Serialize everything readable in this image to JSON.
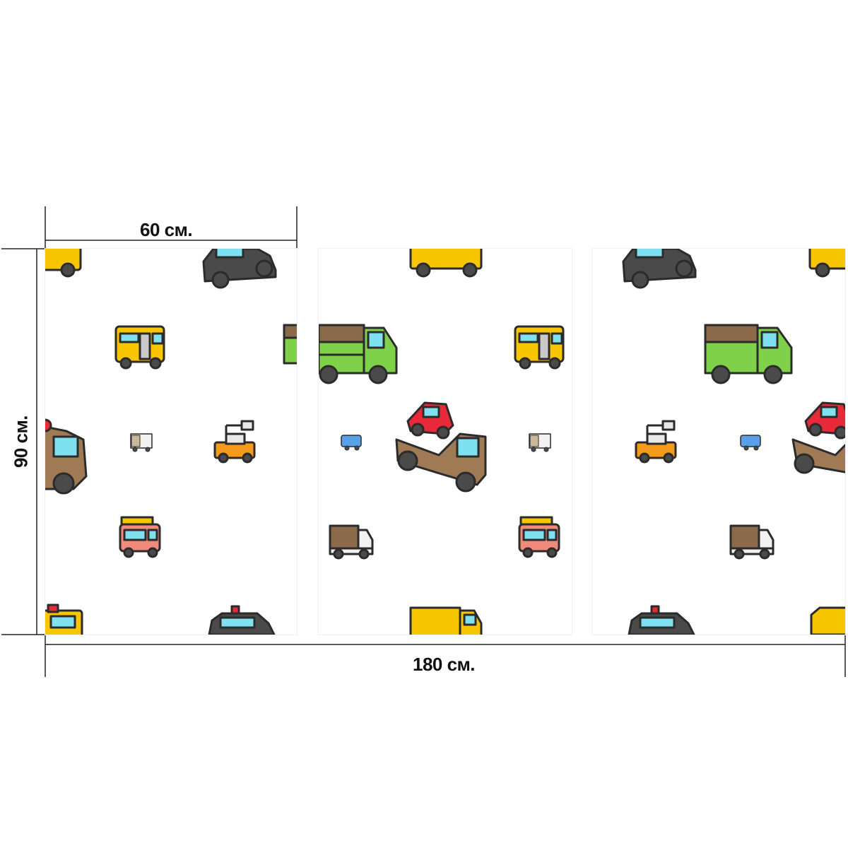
{
  "dimensions": {
    "panel_width_label": "60 см.",
    "total_width_label": "180 см.",
    "height_label": "90 см."
  },
  "panels": [
    {
      "name": "panel-1",
      "vehicles": [
        "truck-icon",
        "car-icon",
        "bus-icon",
        "truck-icon",
        "car-icon",
        "van-icon",
        "crane-truck-icon",
        "food-truck-icon",
        "taxi-icon",
        "police-car-icon"
      ]
    },
    {
      "name": "panel-2",
      "vehicles": [
        "truck-icon",
        "truck-icon",
        "bus-icon",
        "van-icon",
        "tow-truck-icon",
        "van-icon",
        "truck-icon",
        "food-truck-icon",
        "truck-icon"
      ]
    },
    {
      "name": "panel-3",
      "vehicles": [
        "car-icon",
        "truck-icon",
        "truck-icon",
        "crane-truck-icon",
        "van-icon",
        "tow-truck-icon",
        "truck-icon",
        "police-car-icon",
        "truck-icon"
      ]
    }
  ],
  "colors": {
    "outline": "#2b2b2b",
    "yellow": "#f7c600",
    "green": "#7fd14a",
    "gray": "#4a4a4a",
    "brown": "#a07a55",
    "red": "#e8293a",
    "orange": "#f49a1a",
    "salmon": "#f08a7a",
    "glass": "#7fe0f0"
  }
}
